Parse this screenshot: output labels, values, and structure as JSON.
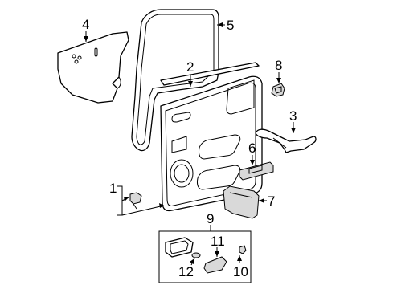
{
  "diagram": {
    "kind": "exploded parts diagram",
    "callouts": [
      {
        "id": "c1",
        "label": "1"
      },
      {
        "id": "c2",
        "label": "2"
      },
      {
        "id": "c3",
        "label": "3"
      },
      {
        "id": "c4",
        "label": "4"
      },
      {
        "id": "c5",
        "label": "5"
      },
      {
        "id": "c6",
        "label": "6"
      },
      {
        "id": "c7",
        "label": "7"
      },
      {
        "id": "c8",
        "label": "8"
      },
      {
        "id": "c9",
        "label": "9"
      },
      {
        "id": "c10",
        "label": "10"
      },
      {
        "id": "c11",
        "label": "11"
      },
      {
        "id": "c12",
        "label": "12"
      }
    ],
    "colors": {
      "line": "#000000",
      "background": "#ffffff",
      "shading": "#d9d9d9"
    }
  }
}
